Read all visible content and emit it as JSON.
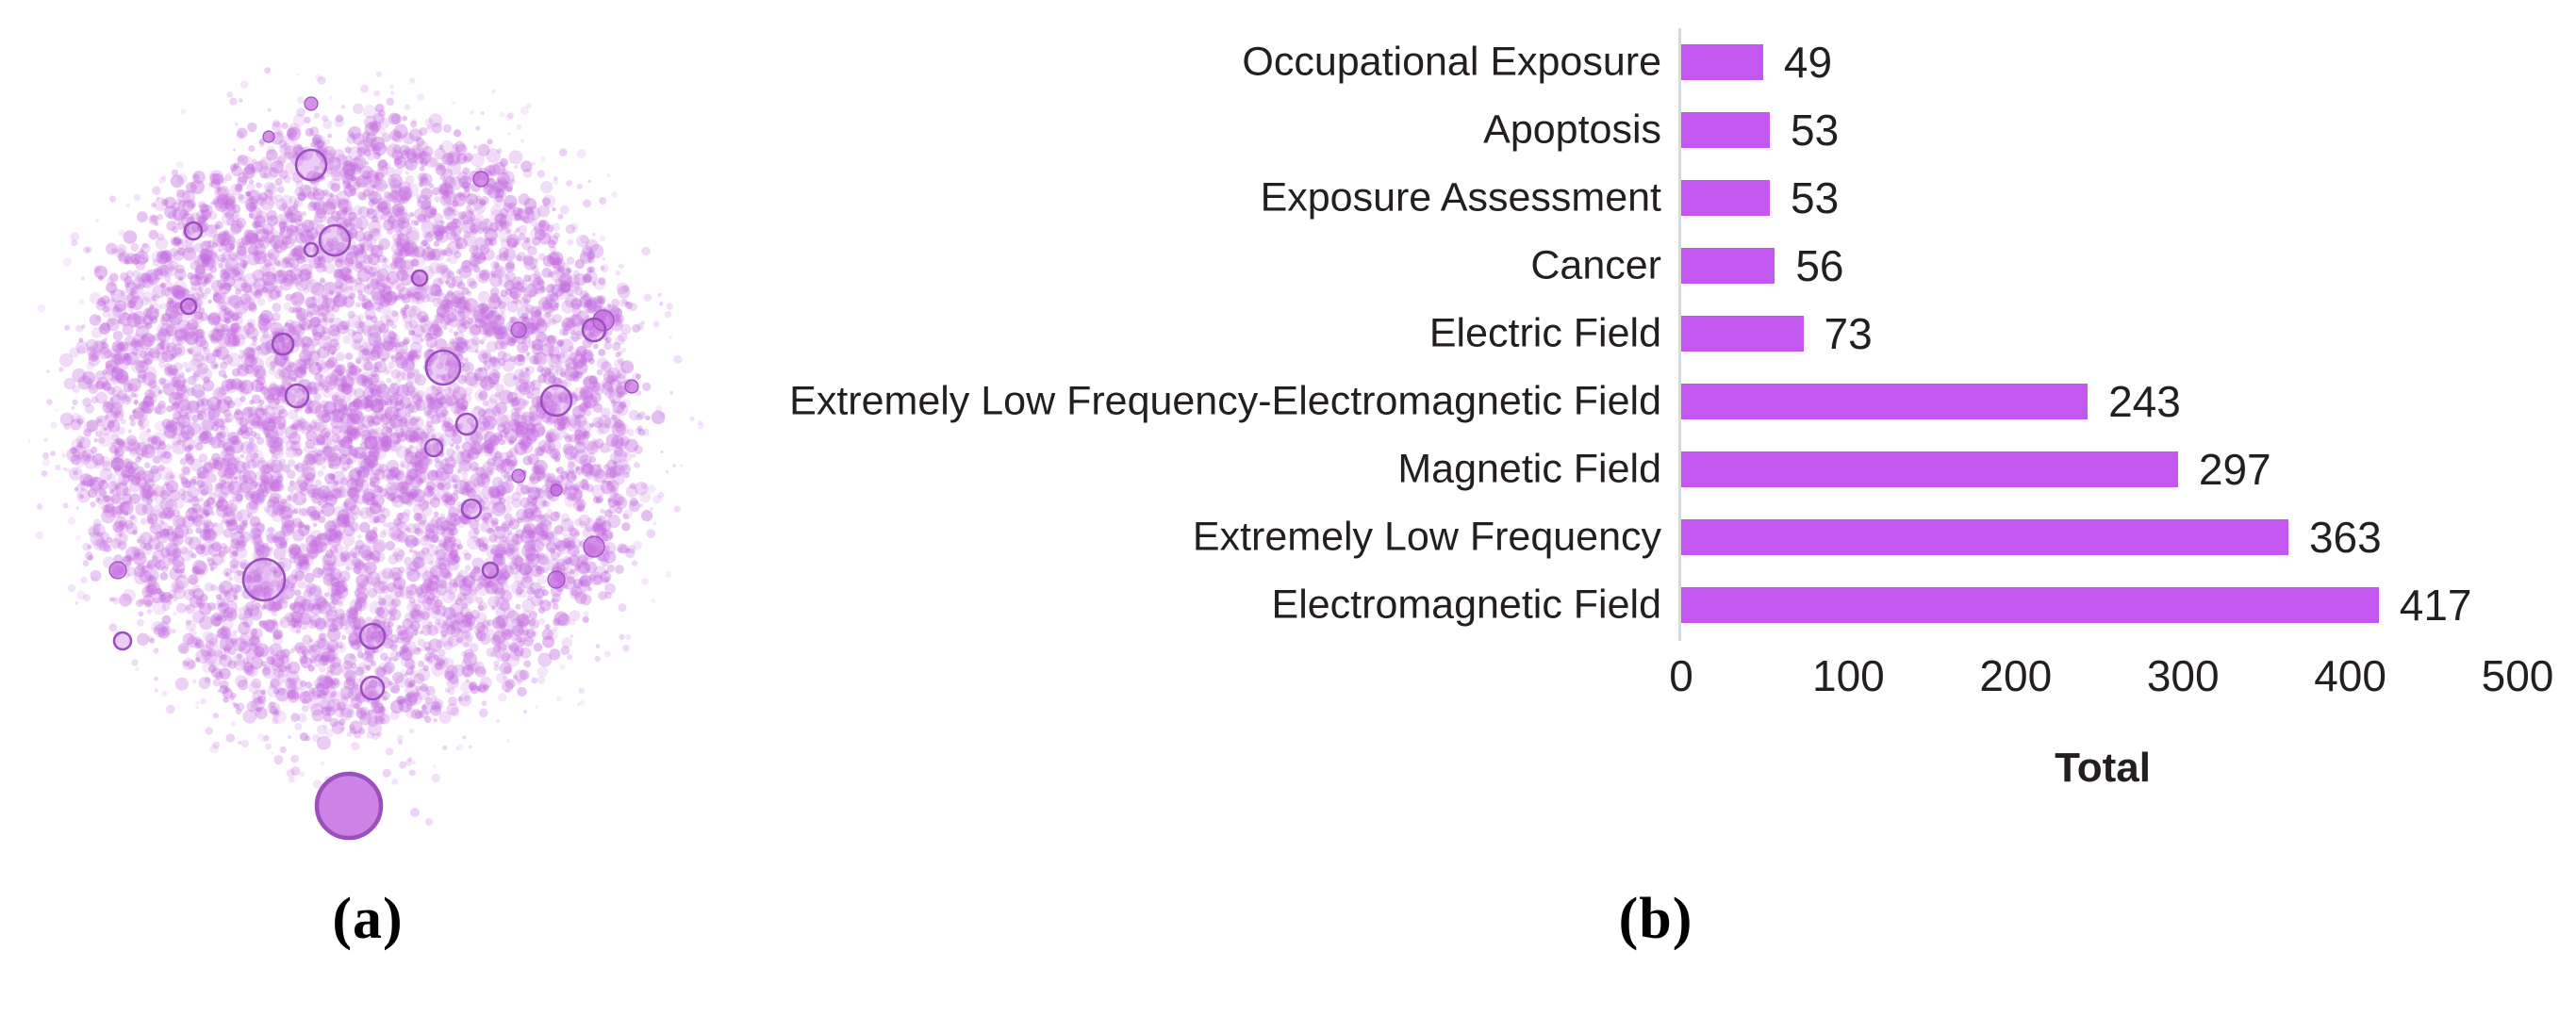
{
  "figure": {
    "panels": [
      {
        "id": "a",
        "caption": "(a)",
        "type": "point-cloud",
        "description": "Dense circular cluster of small semi-transparent purple circles with a few larger outlined circles; one larger filled circle sits detached below the main cluster.",
        "node_color": "#C46CE0",
        "node_outline_color": "#9B4FBF"
      },
      {
        "id": "b",
        "caption": "(b)",
        "type": "bar-chart"
      }
    ]
  },
  "chart_data": {
    "type": "bar",
    "orientation": "horizontal",
    "title": "",
    "xlabel": "Total",
    "ylabel": "",
    "xlim": [
      0,
      500
    ],
    "xticks": [
      0,
      100,
      200,
      300,
      400,
      500
    ],
    "grid": false,
    "legend": false,
    "bar_color": "#C457F0",
    "axis_line_color": "#D9D9D9",
    "categories": [
      "Occupational Exposure",
      "Apoptosis",
      "Exposure Assessment",
      "Cancer",
      "Electric Field",
      "Extremely Low Frequency-Electromagnetic Field",
      "Magnetic Field",
      "Extremely Low Frequency",
      "Electromagnetic Field"
    ],
    "values": [
      49,
      53,
      53,
      56,
      73,
      243,
      297,
      363,
      417
    ],
    "series": [
      {
        "name": "Total",
        "values": [
          49,
          53,
          53,
          56,
          73,
          243,
          297,
          363,
          417
        ]
      }
    ],
    "data_labels": [
      "49",
      "53",
      "53",
      "56",
      "73",
      "243",
      "297",
      "363",
      "417"
    ]
  }
}
